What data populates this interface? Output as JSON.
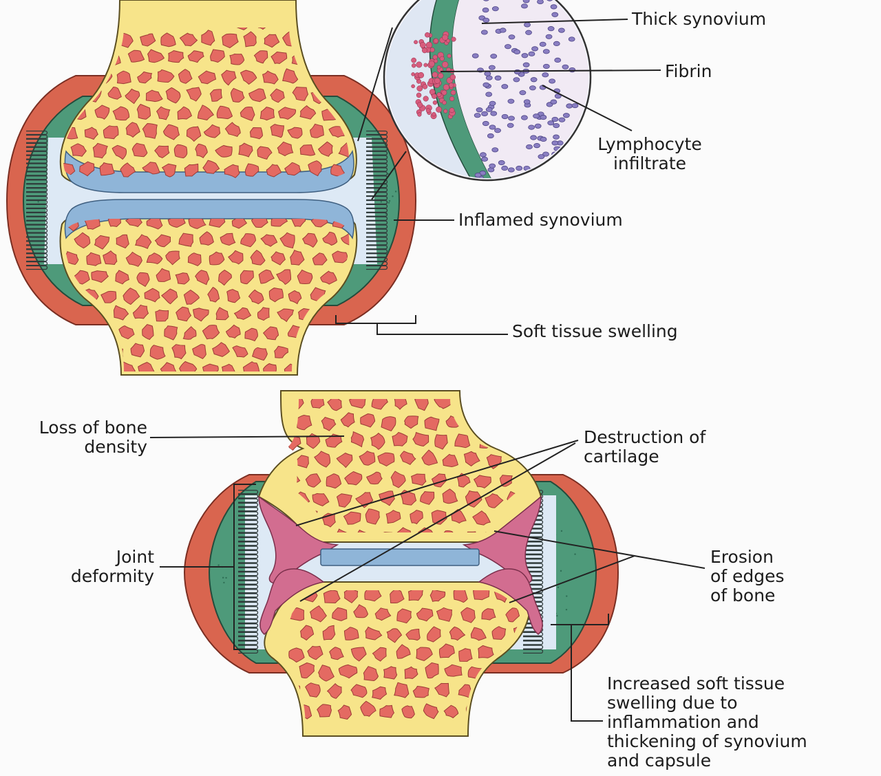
{
  "figure": {
    "top_panel": {
      "labels": {
        "thick_synovium": "Thick synovium",
        "fibrin": "Fibrin",
        "lymphocyte_infiltrate": [
          "Lymphocyte",
          "infiltrate"
        ],
        "inflamed_synovium": "Inflamed synovium",
        "soft_tissue_swelling": "Soft tissue swelling"
      }
    },
    "bottom_panel": {
      "labels": {
        "loss_of_bone_density": [
          "Loss of bone",
          "density"
        ],
        "destruction_of_cartilage": [
          "Destruction of",
          "cartilage"
        ],
        "joint_deformity": [
          "Joint",
          "deformity"
        ],
        "erosion_of_edges": [
          "Erosion",
          "of edges",
          "of bone"
        ],
        "increased_swelling": [
          "Increased soft tissue",
          "swelling due to",
          "inflammation and",
          "thickening of synovium",
          "and capsule"
        ]
      }
    },
    "colors": {
      "capsule": "#d9654f",
      "synovium": "#4e9a7a",
      "bone_shell": "#f7e48a",
      "marrow": "#e46a62",
      "cartilage": "#8fb5d8",
      "joint_space": "#dde9f5",
      "eroded_cartilage": "#d26d90",
      "fibrin": "#d75c7d",
      "lymphocytes": "#8a7ec2"
    }
  }
}
